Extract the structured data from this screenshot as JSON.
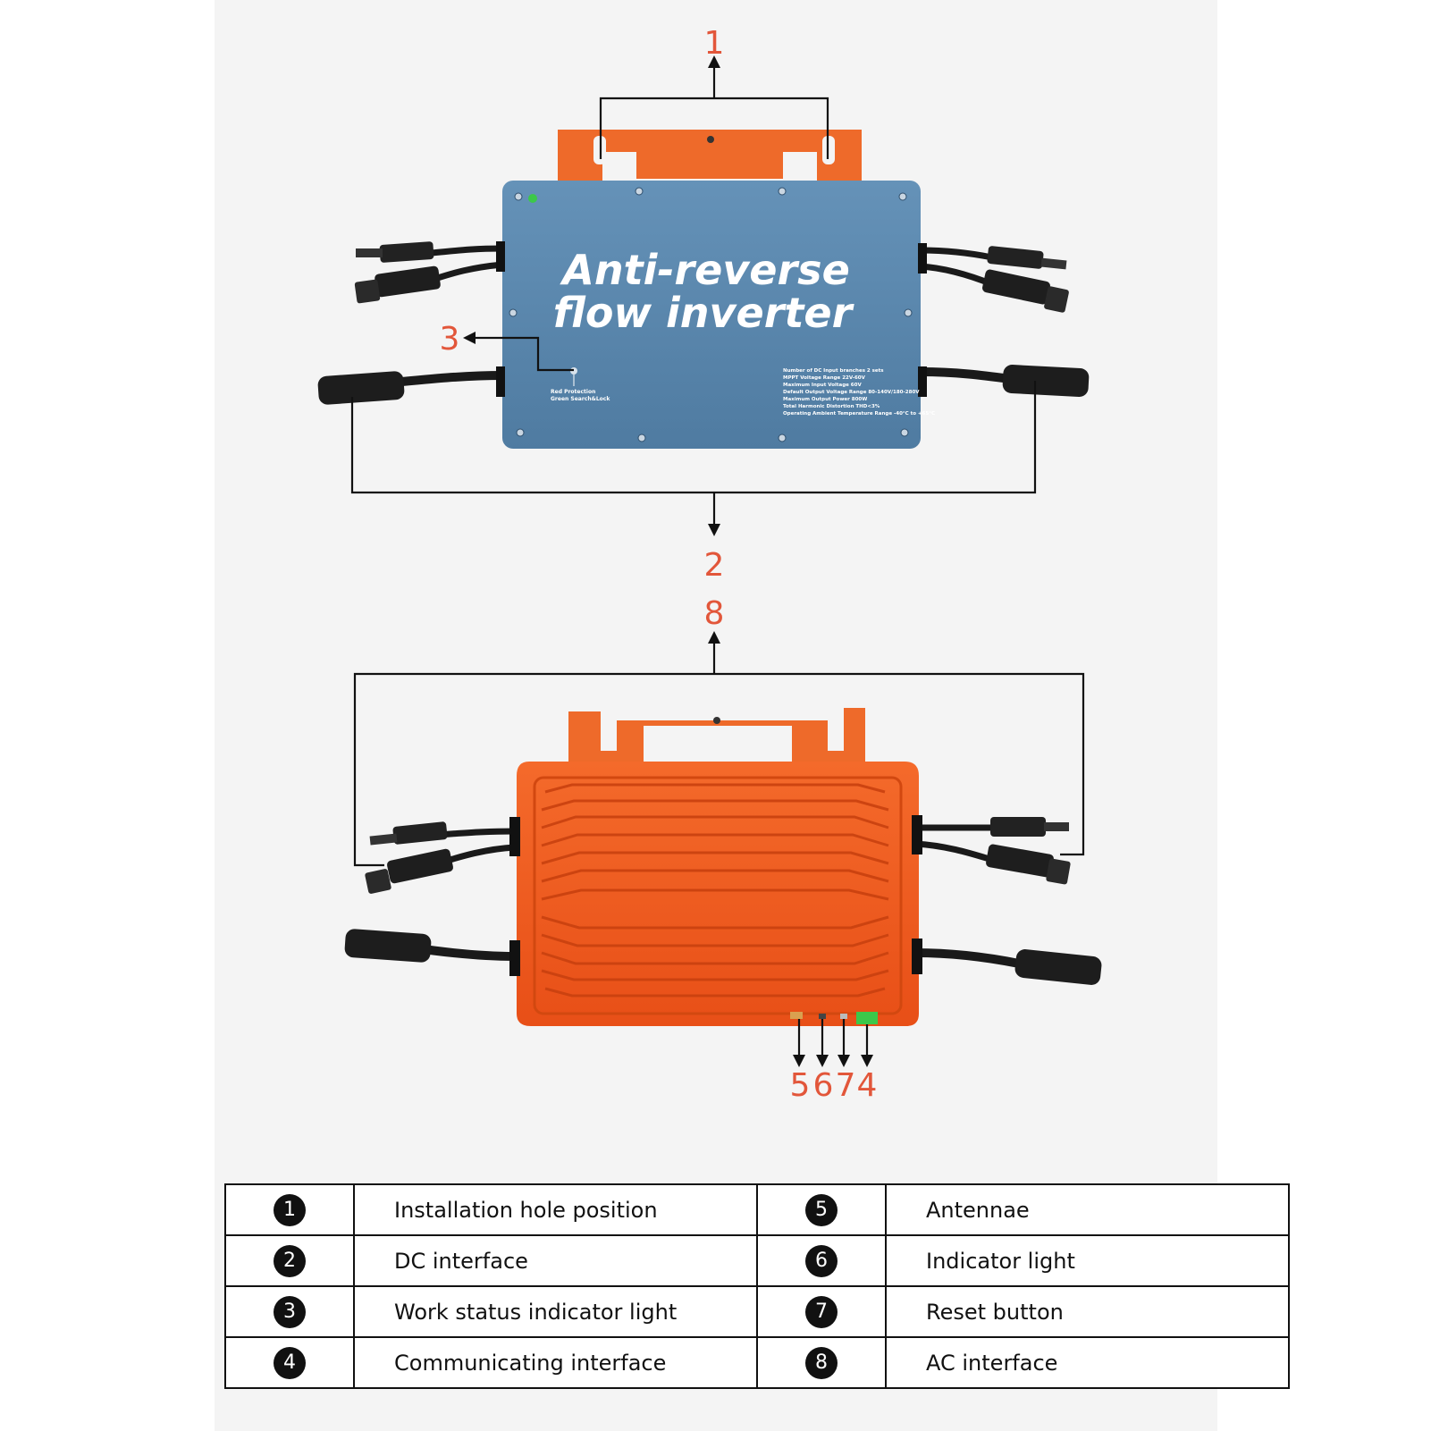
{
  "callouts": {
    "c1": "1",
    "c2": "2",
    "c3": "3",
    "c8": "8",
    "c5": "5",
    "c6": "6",
    "c7": "7",
    "c4": "4"
  },
  "front_label": {
    "line1": "Anti-reverse",
    "line2": "flow inverter",
    "led_red": "Red Protection",
    "led_green": "Green Search&Lock"
  },
  "spec_lines": [
    "Number of DC Input branches   2 sets",
    "MPPT Voltage Range   22V-60V",
    "Maximum Input Voltage   60V",
    "Default Output Voltage Range   80-140V/180-280V",
    "Maximum Output Power   800W",
    "Total Harmonic Distortion   THD<3%",
    "Operating Ambient Temperature Range   -40°C to +65°C"
  ],
  "legend": [
    {
      "left_num": "1",
      "left_text": "Installation hole position",
      "right_num": "5",
      "right_text": "Antennae"
    },
    {
      "left_num": "2",
      "left_text": "DC interface",
      "right_num": "6",
      "right_text": "Indicator light"
    },
    {
      "left_num": "3",
      "left_text": "Work status indicator light",
      "right_num": "7",
      "right_text": "Reset button"
    },
    {
      "left_num": "4",
      "left_text": "Communicating interface",
      "right_num": "8",
      "right_text": "AC interface"
    }
  ],
  "colors": {
    "panel_bg": "#f4f4f4",
    "callout": "#e2563a",
    "blue_body": "#5a87ad",
    "orange_body": "#f05a1e",
    "bracket_orange": "#ee6a2a",
    "cable": "#1a1a1a",
    "led_green": "#3cc84a"
  }
}
